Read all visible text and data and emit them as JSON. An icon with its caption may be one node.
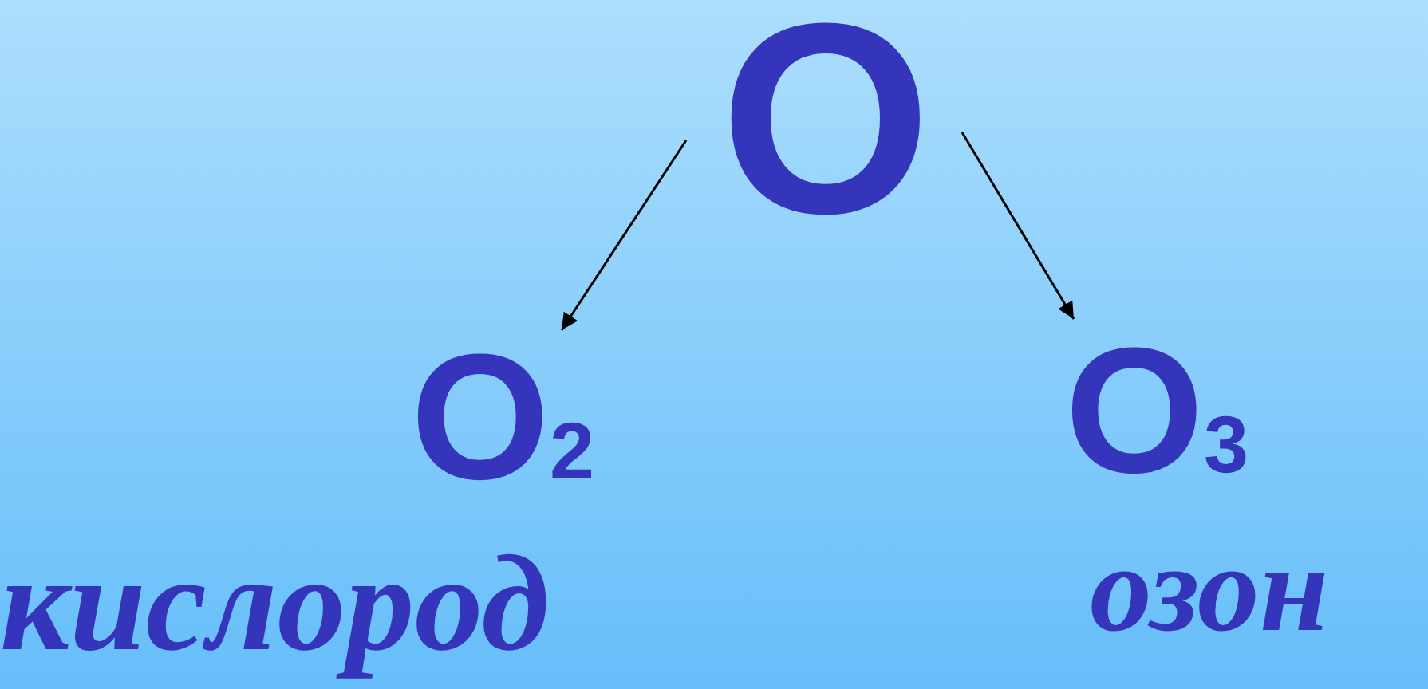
{
  "diagram": {
    "nodes": [
      {
        "text": [
          "O"
        ]
      },
      {
        "text": [
          "O$_{2}$"
        ],
        "beside": [
          "кислород"
        ]
      },
      {
        "text": [
          "O$_{3}$"
        ],
        "beside": [
          "озон"
        ]
      }
    ],
    "edges": [
      {
        "from": 0,
        "to": 1,
        "arrow": "to"
      },
      {
        "from": 0,
        "to": 2,
        "arrow": "to"
      }
    ]
  }
}
